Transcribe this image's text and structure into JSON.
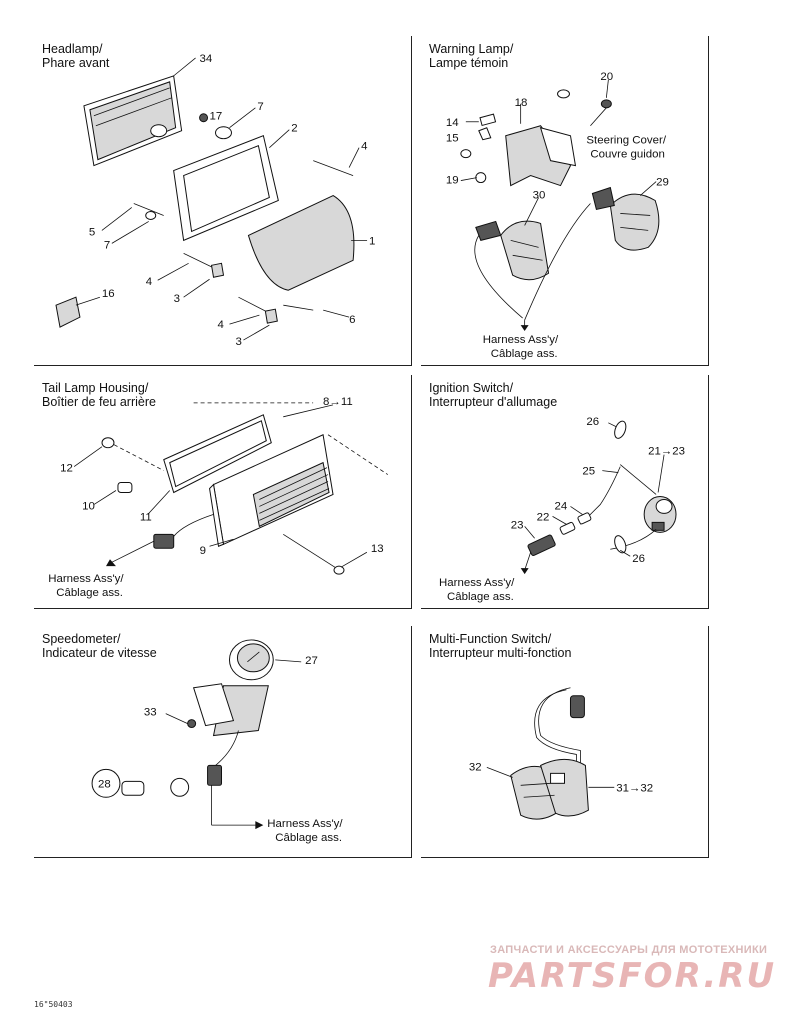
{
  "panels": {
    "headlamp": {
      "title_en": "Headlamp/",
      "title_fr": "Phare avant",
      "callouts": [
        "34",
        "17",
        "7",
        "2",
        "4",
        "5",
        "7",
        "1",
        "4",
        "3",
        "16",
        "4",
        "3",
        "6"
      ]
    },
    "warning_lamp": {
      "title_en": "Warning Lamp/",
      "title_fr": "Lampe témoin",
      "callouts": [
        "20",
        "18",
        "14",
        "15",
        "19",
        "30",
        "29"
      ],
      "note_steering_en": "Steering Cover/",
      "note_steering_fr": "Couvre guidon",
      "note_harness_en": "Harness Ass'y/",
      "note_harness_fr": "Câblage ass."
    },
    "tail_lamp": {
      "title_en": "Tail Lamp Housing/",
      "title_fr": "Boîtier de feu arrière",
      "callouts": [
        "8→11",
        "12",
        "10",
        "11",
        "9",
        "13"
      ],
      "note_harness_en": "Harness Ass'y/",
      "note_harness_fr": "Câblage ass."
    },
    "ignition": {
      "title_en": "Ignition Switch/",
      "title_fr": "Interrupteur d'allumage",
      "callouts": [
        "26",
        "21→23",
        "25",
        "24",
        "22",
        "23",
        "26"
      ],
      "note_harness_en": "Harness Ass'y/",
      "note_harness_fr": "Câblage ass."
    },
    "speedometer": {
      "title_en": "Speedometer/",
      "title_fr": "Indicateur de vitesse",
      "callouts": [
        "27",
        "33",
        "28"
      ],
      "note_harness_en": "Harness Ass'y/",
      "note_harness_fr": "Câblage ass."
    },
    "multifunction": {
      "title_en": "Multi-Function Switch/",
      "title_fr": "Interrupteur multi-fonction",
      "callouts": [
        "32",
        "31→32"
      ]
    }
  },
  "watermark": {
    "line1": "ЗАПЧАСТИ И АКСЕССУАРЫ ДЛЯ МОТОТЕХНИКИ",
    "logo": "PARTSFOR.RU"
  },
  "figure_code": "16\"50403"
}
